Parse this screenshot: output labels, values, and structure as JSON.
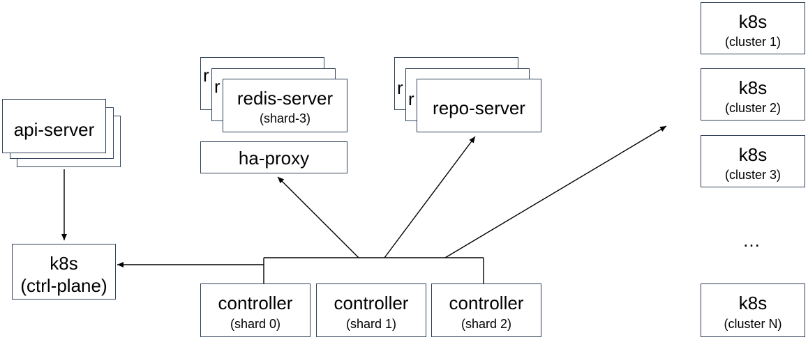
{
  "nodes": {
    "api_server": {
      "title": "api-server"
    },
    "k8s_ctrl": {
      "title": "k8s",
      "subtitle": "(ctrl-plane)"
    },
    "redis_server": {
      "title": "redis-server",
      "subtitle": "(shard-3)",
      "peek_letter": "r"
    },
    "ha_proxy": {
      "title": "ha-proxy"
    },
    "repo_server": {
      "title": "repo-server",
      "peek_letter": "r"
    },
    "controllers": [
      {
        "title": "controller",
        "subtitle": "(shard 0)"
      },
      {
        "title": "controller",
        "subtitle": "(shard 1)"
      },
      {
        "title": "controller",
        "subtitle": "(shard 2)"
      }
    ],
    "clusters": [
      {
        "title": "k8s",
        "subtitle": "(cluster 1)"
      },
      {
        "title": "k8s",
        "subtitle": "(cluster 2)"
      },
      {
        "title": "k8s",
        "subtitle": "(cluster 3)"
      },
      {
        "title": "k8s",
        "subtitle": "(cluster N)"
      }
    ],
    "ellipsis": "…"
  },
  "colors": {
    "border": "#2f4058",
    "line": "#000000",
    "fill": "#ffffff"
  }
}
